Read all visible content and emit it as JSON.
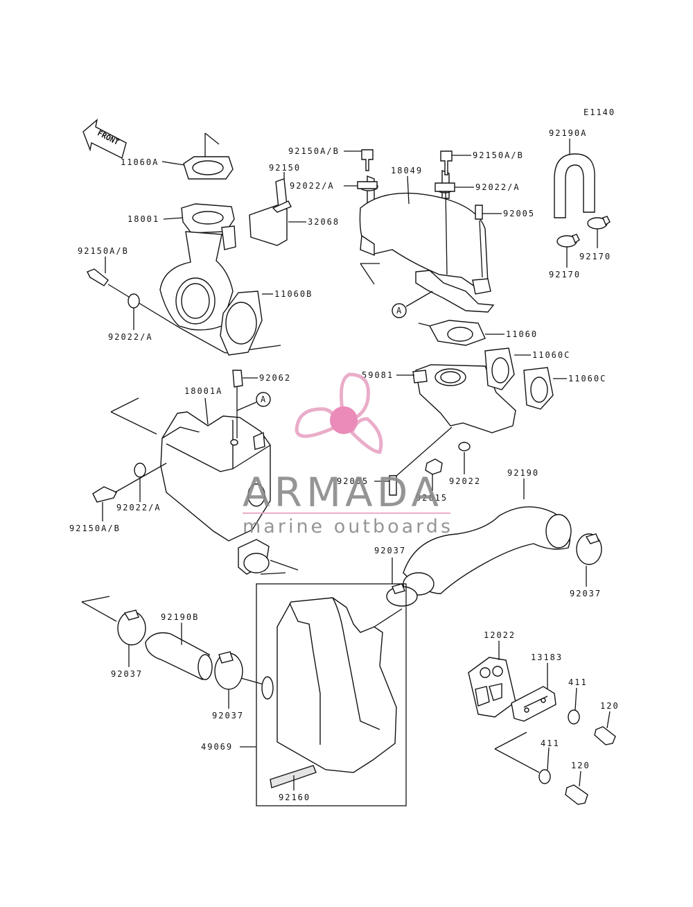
{
  "diagram": {
    "code": "E1140",
    "front_label": "FRONT",
    "callout_a": "A",
    "labels": {
      "l11060A": "11060A",
      "l18001": "18001",
      "l92150AB_left": "92150A/B",
      "l92022A_left": "92022/A",
      "l92150": "92150",
      "l32068": "32068",
      "l11060B": "11060B",
      "l92150AB_mid": "92150A/B",
      "l92022A_mid": "92022/A",
      "l18049": "18049",
      "l92150AB_right": "92150A/B",
      "l92022A_right": "92022/A",
      "l92005_top": "92005",
      "l92190A": "92190A",
      "l92170_a": "92170",
      "l92170_b": "92170",
      "l11060": "11060",
      "l11060C_a": "11060C",
      "l11060C_b": "11060C",
      "l59081": "59081",
      "l92062": "92062",
      "l18001A": "18001A",
      "l92022A_low": "92022/A",
      "l92150AB_low": "92150A/B",
      "l92005_low": "92005",
      "l92015": "92015",
      "l92022": "92022",
      "l92190": "92190",
      "l92037_mid": "92037",
      "l92037_right": "92037",
      "l92190B": "92190B",
      "l92037_left": "92037",
      "l92037_low": "92037",
      "l49069": "49069",
      "l92160": "92160",
      "l12022": "12022",
      "l13183": "13183",
      "l411_a": "411",
      "l120_a": "120",
      "l411_b": "411",
      "l120_b": "120"
    }
  },
  "watermark": {
    "brand": "ARMADA",
    "tagline": "marine outboards",
    "colors": {
      "propeller": "#e8a5c4",
      "hub": "#e87fb2",
      "text": "#8a8a8a",
      "rule": "#e8a5c4"
    }
  }
}
